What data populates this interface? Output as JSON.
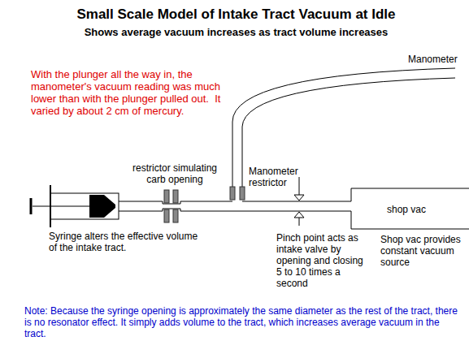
{
  "diagram": {
    "title": "Small Scale Model of Intake Tract Vacuum at Idle",
    "caption": "Note: Because the syringe opening is approximately the same diameter as the rest of the tract, there is no resonator effect.  It simply adds volume to the tract, which increases average vacuum in the tract.",
    "labels": [
      "Shows average vacuum increases as tract volume increases",
      "With the plunger all the way in, the manometer's vacuum reading was much lower than with the plunger pulled out.  It varied by about 2 cm of mercury.",
      "Manometer",
      "restrictor simulating carb opening",
      "Manometer restrictor",
      "Syringe alters the effective volume of the intake tract.",
      "Pinch point acts as intake valve by opening and closing 5 to 10 times a second",
      "shop vac",
      "Shop vac provides constant vacuum source"
    ]
  }
}
